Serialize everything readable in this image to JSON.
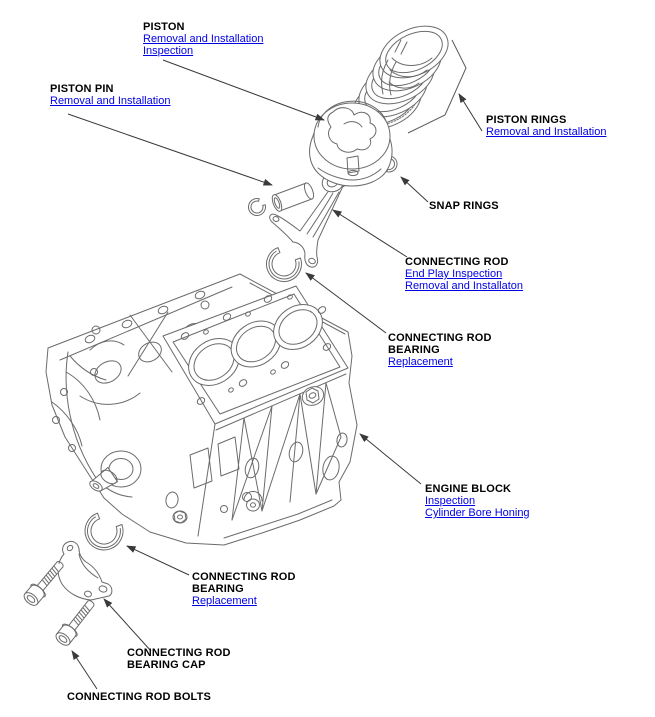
{
  "colors": {
    "link": "#0000e6",
    "heading": "#000000",
    "line_art": "#6b6b6b",
    "leader": "#3a3a3a",
    "background": "#ffffff"
  },
  "labels": {
    "piston": {
      "title": "PISTON",
      "links": [
        "Removal and Installation",
        "Inspection"
      ]
    },
    "piston_pin": {
      "title": "PISTON PIN",
      "links": [
        "Removal and Installation"
      ]
    },
    "piston_rings": {
      "title": "PISTON RINGS",
      "links": [
        "Removal and Installation"
      ]
    },
    "snap_rings": {
      "title": "SNAP RINGS",
      "links": []
    },
    "connecting_rod": {
      "title": "CONNECTING ROD",
      "links": [
        "End Play Inspection",
        "Removal and Installaton"
      ]
    },
    "connecting_rod_bearing_upper": {
      "title": "CONNECTING ROD\nBEARING",
      "links": [
        "Replacement"
      ]
    },
    "engine_block": {
      "title": "ENGINE BLOCK",
      "links": [
        "Inspection",
        "Cylinder Bore Honing"
      ]
    },
    "connecting_rod_bearing_lower": {
      "title": "CONNECTING ROD\nBEARING",
      "links": [
        "Replacement"
      ]
    },
    "connecting_rod_bearing_cap": {
      "title": "CONNECTING ROD\nBEARING CAP",
      "links": []
    },
    "connecting_rod_bolts": {
      "title": "CONNECTING ROD BOLTS",
      "links": []
    }
  }
}
